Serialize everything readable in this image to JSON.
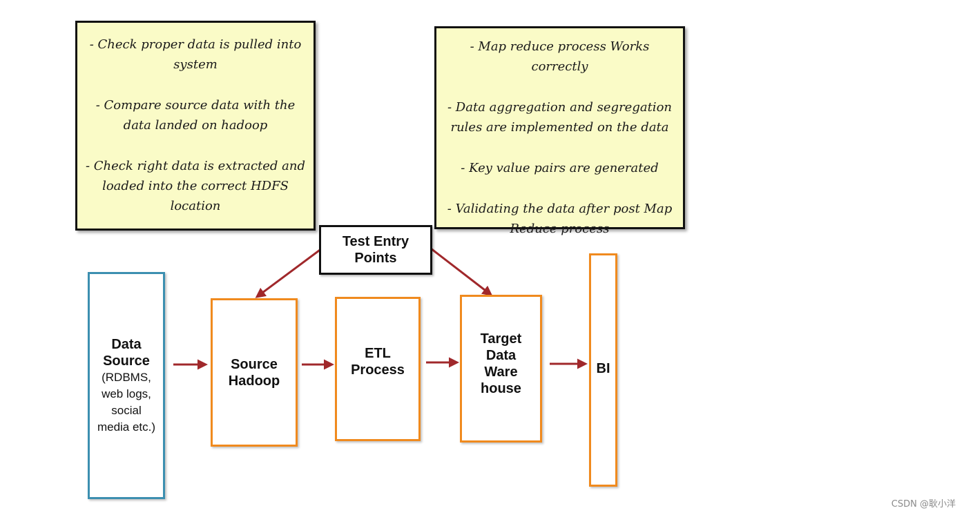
{
  "notes": {
    "left": [
      "- Check proper data is pulled into system",
      "- Compare source data with the data landed on hadoop",
      "- Check right data is extracted and loaded into the correct HDFS location"
    ],
    "right": [
      "- Map reduce process Works correctly",
      "- Data aggregation and segregation rules are implemented on the data",
      "- Key value pairs are generated",
      "- Validating the data after post Map Reduce process"
    ]
  },
  "entry_points": {
    "line1": "Test Entry",
    "line2": "Points"
  },
  "flow": {
    "data_source": {
      "line1": "Data",
      "line2": "Source",
      "sub1": "(RDBMS,",
      "sub2": "web logs,",
      "sub3": "social",
      "sub4": "media etc.)"
    },
    "source_hadoop": {
      "line1": "Source",
      "line2": "Hadoop"
    },
    "etl_process": {
      "line1": "ETL",
      "line2": "Process"
    },
    "target_dw": {
      "line1": "Target",
      "line2": "Data",
      "line3": "Ware",
      "line4": "house"
    },
    "bi": {
      "label": "BI"
    }
  },
  "colors": {
    "arrow": "#a0282b",
    "orange_border": "#f08a1e",
    "blue_border": "#3c8fb0",
    "note_bg": "#fafbc7"
  },
  "watermark": "CSDN @耿小洋"
}
